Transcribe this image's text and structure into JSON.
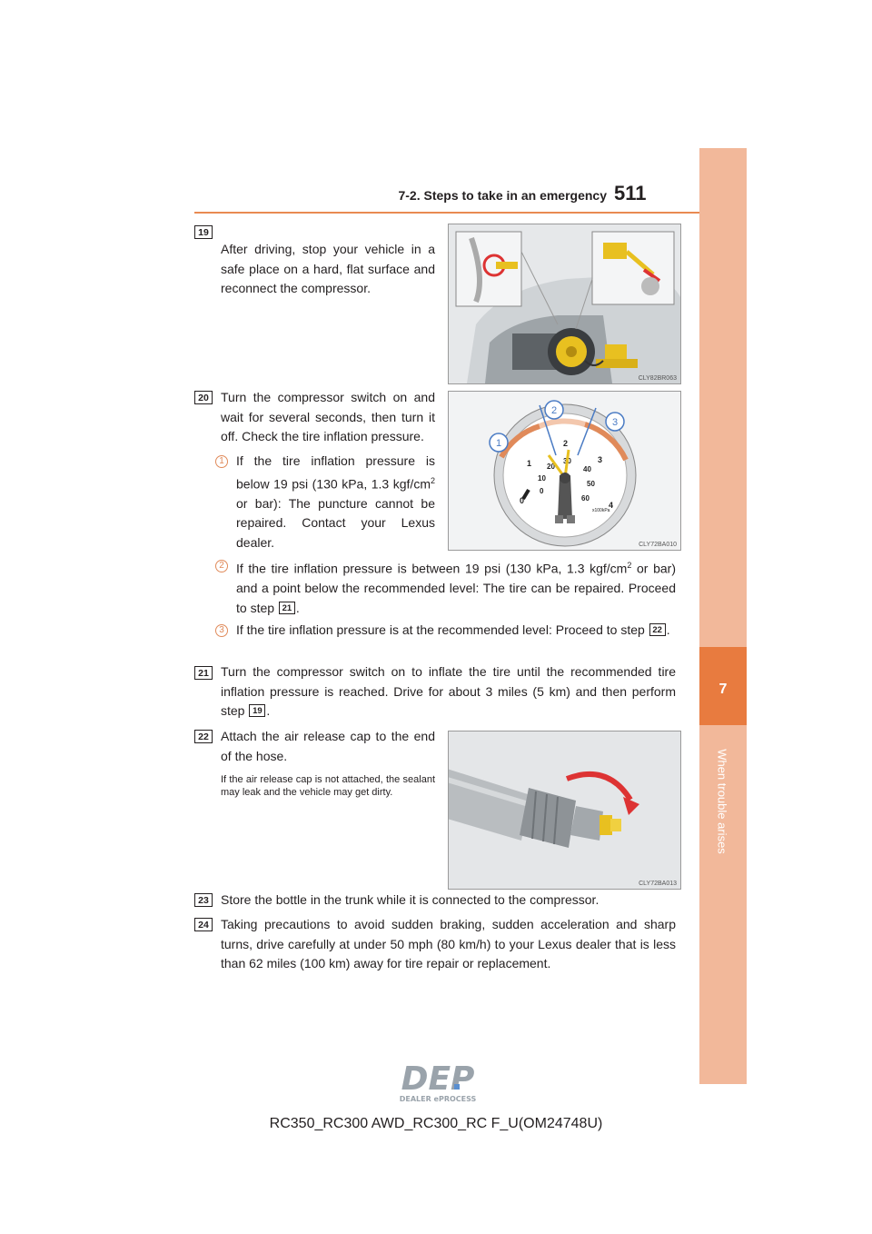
{
  "header": {
    "section_title": "7-2. Steps to take in an emergency",
    "page_number": "511"
  },
  "side_tab": {
    "chapter_number": "7",
    "chapter_label": "When trouble arises"
  },
  "steps": {
    "s19": {
      "num": "19",
      "text": "After driving, stop your vehicle in a safe place on a hard, flat surface and reconnect the compressor.",
      "fig_code": "CLY82BR063"
    },
    "s20": {
      "num": "20",
      "text": "Turn the compressor switch on and wait for several seconds, then turn it off. Check the tire inflation pressure.",
      "fig_code": "CLY72BA010",
      "subs": [
        {
          "num": "1",
          "text_a": "If the tire inflation pressure is below 19 psi (130 kPa, 1.3 kgf/cm",
          "sup": "2",
          "text_b": " or bar): The puncture cannot be repaired. Contact your Lexus dealer."
        },
        {
          "num": "2",
          "text_a": "If the tire inflation pressure is between 19 psi (130 kPa, 1.3 kgf/cm",
          "sup": "2",
          "text_b": " or bar) and a point below the recommended level: The tire can be repaired. Proceed to step",
          "ref": "21",
          "end": "."
        },
        {
          "num": "3",
          "text_a": "If the tire inflation pressure is at the recommended level: Proceed to step",
          "ref": "22",
          "end": "."
        }
      ]
    },
    "s21": {
      "num": "21",
      "text": "Turn the compressor switch on to inflate the tire until the recommended tire inflation pressure is reached. Drive for about 3 miles (5 km) and then perform step",
      "ref": "19",
      "end": "."
    },
    "s22": {
      "num": "22",
      "text": "Attach the air release cap to the end of the hose.",
      "note": "If the air release cap is not attached, the sealant may leak and the vehicle may get dirty.",
      "fig_code": "CLY72BA013"
    },
    "s23": {
      "num": "23",
      "text": "Store the bottle in the trunk while it is connected to the compressor."
    },
    "s24": {
      "num": "24",
      "text": "Taking precautions to avoid sudden braking, sudden acceleration and sharp turns, drive carefully at under 50 mph (80 km/h) to your Lexus dealer that is less than 62 miles (100 km) away for tire repair or replacement."
    }
  },
  "gauge": {
    "callouts": [
      "1",
      "2",
      "3"
    ],
    "outer_scale": [
      "0",
      "1",
      "2",
      "3",
      "4"
    ],
    "inner_scale": [
      "0",
      "10",
      "20",
      "30",
      "40",
      "50",
      "60"
    ],
    "unit_label": "x100kPa"
  },
  "footer": {
    "model": "RC350_RC300 AWD_RC300_RC F_U(OM24748U)",
    "logo_text": "DEP",
    "logo_sub": "DEALER ePROCESS"
  },
  "colors": {
    "accent": "#e98a52",
    "side_band": "#f2b89a",
    "chapter_tab": "#e87b3f"
  }
}
